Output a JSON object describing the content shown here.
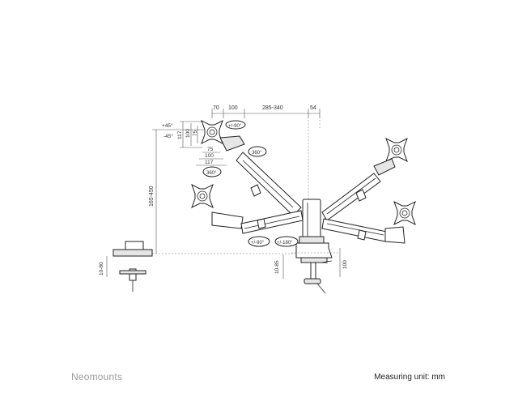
{
  "brand": "Neomounts",
  "measuring_unit": "Measuring unit: mm",
  "dimensions": {
    "top_70": "70",
    "top_100": "100",
    "top_285_340": "285-340",
    "top_54": "54",
    "tilt_up": "+45°",
    "tilt_down": "-45°",
    "vesa_117_v": "117",
    "vesa_100_v": "100",
    "vesa_75_v": "75",
    "vesa_75_h": "75",
    "vesa_100_h": "100",
    "vesa_117_h": "117",
    "rotate_90": "+/-90°",
    "swivel_360_a": "360°",
    "swivel_360_b": "360°",
    "height_range": "165-450",
    "swivel_90_base": "+/-90°",
    "swivel_180_base": "+/-180°",
    "desk_10_80": "10-80",
    "desk_10_85": "10-85",
    "base_100": "100"
  }
}
